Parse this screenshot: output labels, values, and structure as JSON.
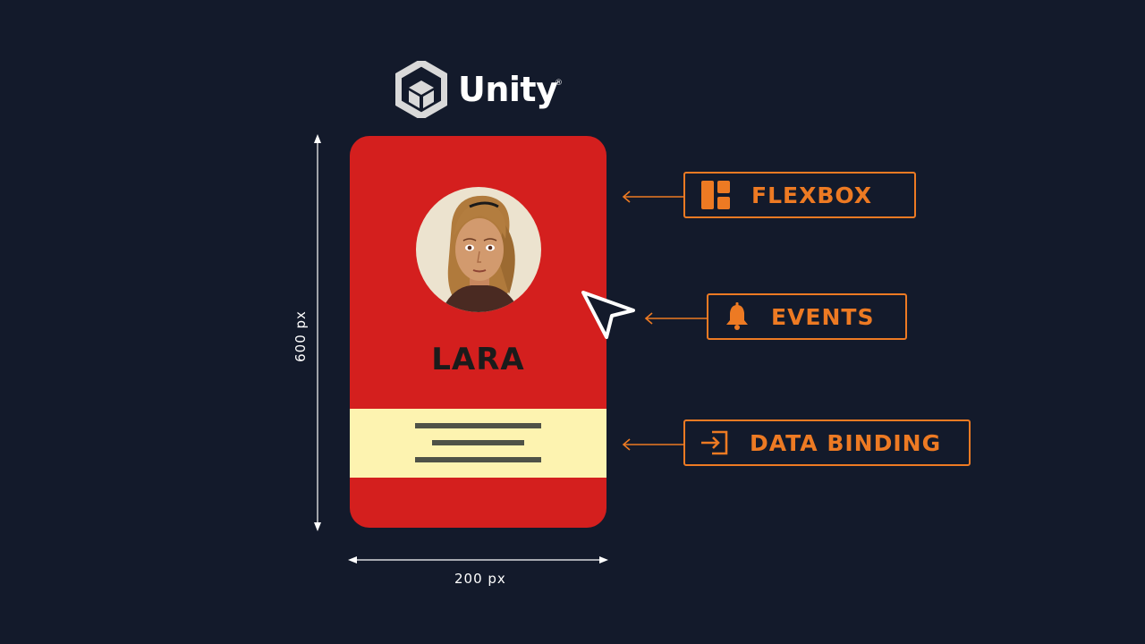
{
  "brand": {
    "name": "Unity",
    "registered_mark": "®",
    "icon": "unity-cube-icon"
  },
  "dimensions": {
    "width_label": "200  px",
    "height_label": "600  px"
  },
  "card": {
    "name": "LARA",
    "avatar": "avatar-portrait",
    "colors": {
      "card": "#d41f1e",
      "info_panel": "#fdf3b0",
      "avatar_bg": "#ece3cf"
    }
  },
  "tags": [
    {
      "label": "FLEXBOX",
      "icon": "layout-grid-icon"
    },
    {
      "label": "EVENTS",
      "icon": "bell-icon"
    },
    {
      "label": "DATA BINDING",
      "icon": "sign-in-icon"
    }
  ],
  "colors": {
    "background": "#131a2b",
    "accent": "#ed7a23",
    "text": "#ffffff"
  }
}
